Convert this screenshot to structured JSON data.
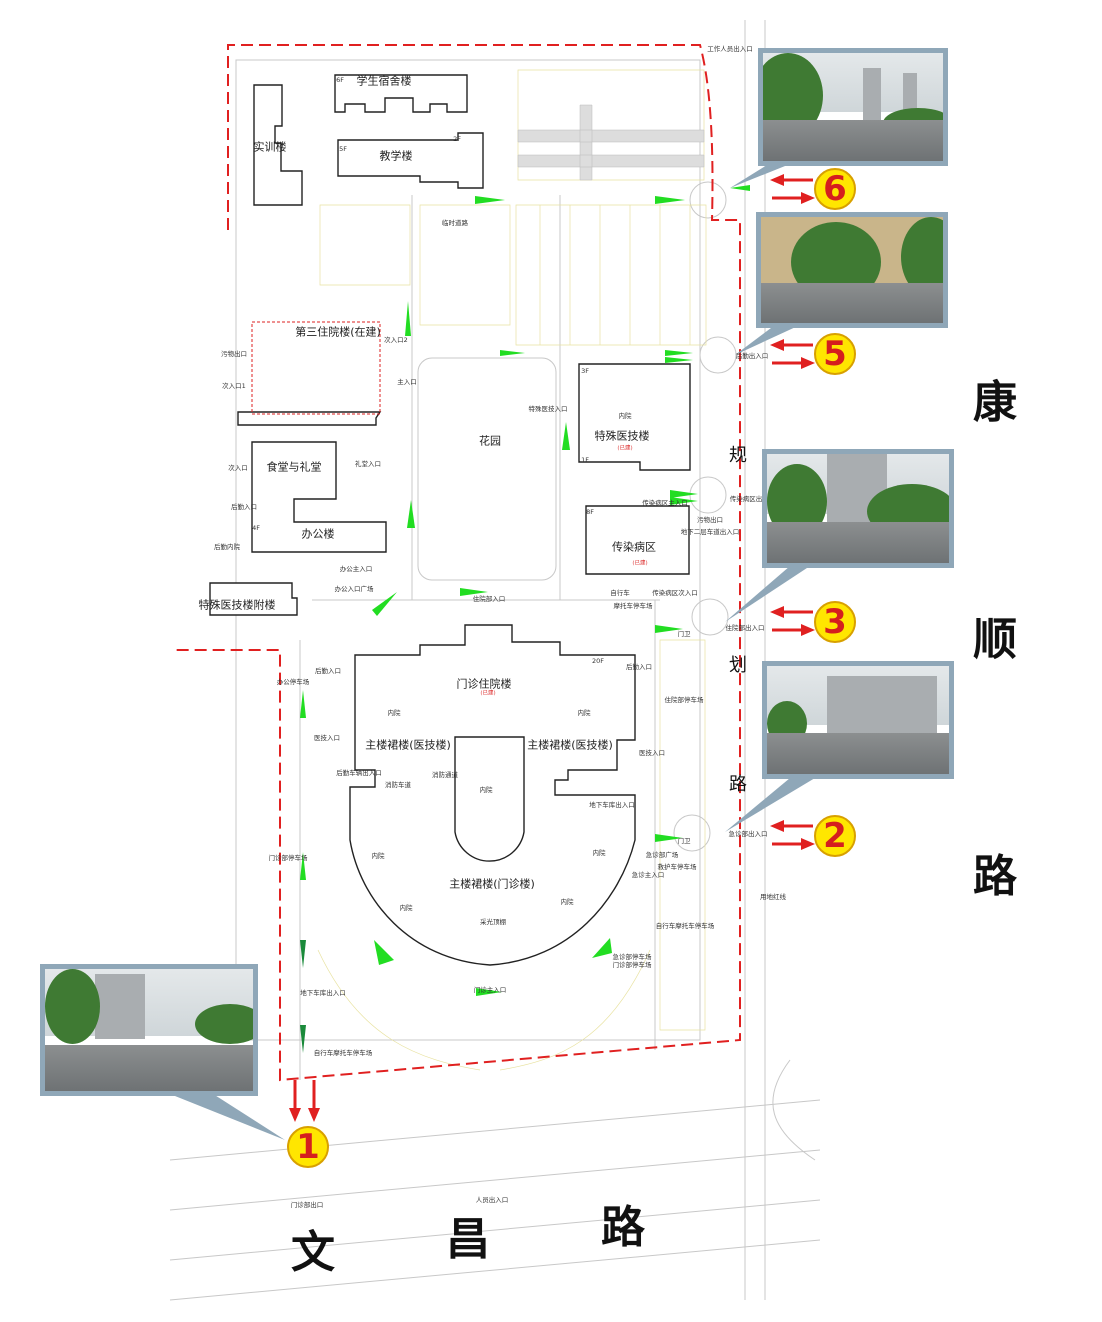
{
  "buildings": {
    "dorm": "学生宿舍楼",
    "training": "实训楼",
    "teaching": "教学楼",
    "inpatient3": "第三住院楼(在建)",
    "garden": "花园",
    "special_tech": "特殊医技楼",
    "canteen": "食堂与礼堂",
    "office": "办公楼",
    "infectious": "传染病区",
    "special_annex": "特殊医技楼附楼",
    "outpatient_inpatient": "门诊住院楼",
    "podium_left": "主楼裙楼(医技楼)",
    "podium_right": "主楼裙楼(医技楼)",
    "podium_outpatient": "主楼裙楼(门诊楼)",
    "built_note": "(已建)"
  },
  "labels": {
    "staff_gate": "工作人员出入口",
    "logistics_gate": "后勤出入口",
    "infectious_exit": "传染病区出",
    "waste_exit_r": "污物出口",
    "b2_ramp": "地下二层车道出入口",
    "inpatient_gate": "住院部出入口",
    "emergency_gate": "急诊部出入口",
    "outpatient_exit": "门诊部出口",
    "pedestrian_gate": "人员出入口",
    "special_entry": "特殊医技入口",
    "sub_entry2": "次入口2",
    "main_entry": "主入口",
    "waste_exit_l": "污物出口",
    "sub_entry1": "次入口1",
    "sub_entry": "次入口",
    "hall_entry": "礼堂入口",
    "logistics_entry": "后勤入口",
    "logistics_yard": "后勤内院",
    "office_main": "办公主入口",
    "office_plaza": "办公入口广场",
    "inpatient_entry": "住院部入口",
    "infectious_main": "传染病区主入口",
    "bike": "自行车",
    "moto_parking": "摩托车停车场",
    "infectious_sub": "传染病区次入口",
    "guard": "门卫",
    "logistics_entry_l": "后勤入口",
    "office_parking": "办公停车场",
    "logistics_entry_r": "后勤入口",
    "inpatient_parking": "住院部停车场",
    "tech_entry_l": "医技入口",
    "tech_entry_r": "医技入口",
    "logistics_vehicle": "后勤车辆出入口",
    "fire_passage": "消防通道",
    "fire_lane": "消防车道",
    "garage_r": "地下车库出入口",
    "guard2": "门卫",
    "emergency_plaza": "急诊部广场",
    "ambulance": "救护车停车场",
    "emergency_main": "急诊主入口",
    "outpatient_parking": "门诊部停车场",
    "bike_moto_r": "自行车摩托车停车场",
    "emergency_parking": "急诊部停车场",
    "outpatient_parking2": "门诊部停车场",
    "garage_l": "地下车库出入口",
    "outpatient_main": "门诊主入口",
    "bike_moto_b": "自行车摩托车停车场",
    "courtyard": "内院",
    "skylight": "采光顶棚",
    "redline": "用地红线",
    "temp_road": "临时道路",
    "floors": {
      "f1": "1F",
      "f2": "2F",
      "f3": "3F",
      "f4": "4F",
      "f5": "5F",
      "f6": "6F",
      "f8": "8F",
      "f20": "20F"
    }
  },
  "roads": {
    "kangshun": [
      "康",
      "顺",
      "路"
    ],
    "planned": [
      "规",
      "划",
      "路"
    ],
    "wenchang": [
      "文",
      "昌",
      "路"
    ]
  },
  "markers": [
    "6",
    "5",
    "3",
    "2",
    "1"
  ],
  "colors": {
    "redline": "#e02020",
    "arrow_green": "#22dd22",
    "marker_fill": "#ffe600",
    "marker_text": "#d51e1e",
    "photo_frame": "#8fa7b8"
  }
}
